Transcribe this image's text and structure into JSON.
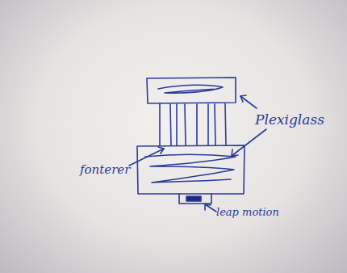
{
  "diagram": {
    "labels": [
      "Plexiglass",
      "fonterer",
      "leap motion"
    ]
  }
}
